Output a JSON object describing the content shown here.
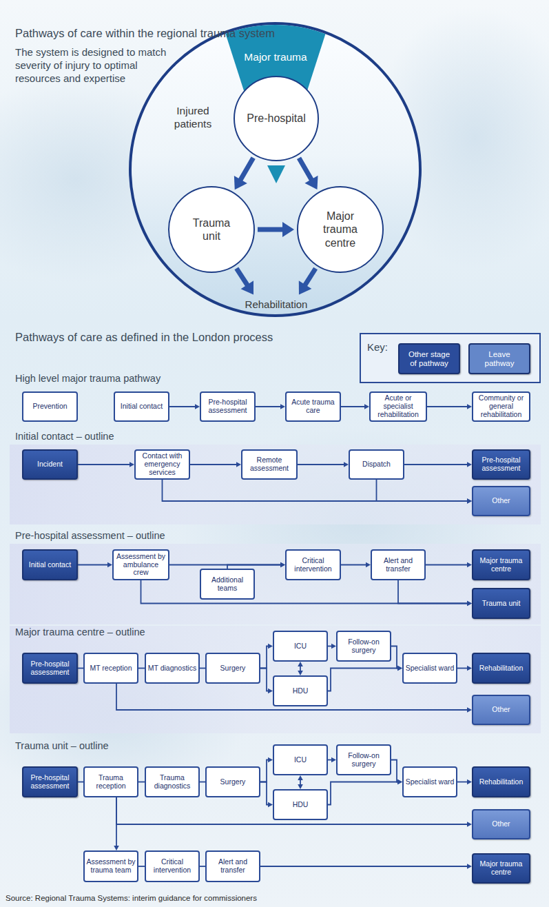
{
  "diagram": {
    "title": "Pathways of care within the regional trauma system",
    "caption": "Source: Regional Trauma Systems: interim guidance for commissioners",
    "nodes": [
      {
        "text": [
          "Injured patients"
        ]
      },
      {
        "text": [
          "Major trauma"
        ],
        "in": 0
      },
      {
        "text": [
          "Pre-hospital"
        ],
        "in": 0
      },
      {
        "text": [
          "Trauma unit"
        ],
        "in": 0
      },
      {
        "text": [
          "Major trauma centre"
        ],
        "in": 0
      },
      {
        "text": [
          "Rehabilitation"
        ],
        "in": 0
      },
      {
        "text": [
          "Prevention"
        ]
      },
      {
        "text": [
          "Initial contact"
        ]
      },
      {
        "text": [
          "Pre-hospital assessment"
        ]
      },
      {
        "text": [
          "Acute trauma care"
        ]
      },
      {
        "text": [
          "Acute or specialist rehabilitation"
        ]
      },
      {
        "text": [
          "Community or general rehabilitation"
        ]
      },
      {
        "text": [
          "Incident"
        ]
      },
      {
        "text": [
          "Contact with emergency services"
        ]
      },
      {
        "text": [
          "Remote assessment"
        ]
      },
      {
        "text": [
          "Dispatch"
        ]
      },
      {
        "text": [
          "Pre-hospital assessment"
        ]
      },
      {
        "text": [
          "Other"
        ]
      },
      {
        "text": [
          "Initial contact"
        ]
      },
      {
        "text": [
          "Assessment by ambulance crew"
        ]
      },
      {
        "text": [
          "Additional teams"
        ]
      },
      {
        "text": [
          "Critical intervention"
        ]
      },
      {
        "text": [
          "Alert and transfer"
        ]
      },
      {
        "text": [
          "Major trauma centre"
        ]
      },
      {
        "text": [
          "Trauma unit"
        ]
      },
      {
        "text": [
          "Pre-hospital assessment"
        ]
      },
      {
        "text": [
          "MT reception"
        ]
      },
      {
        "text": [
          "MT diagnostics"
        ]
      },
      {
        "text": [
          "Surgery"
        ]
      },
      {
        "text": [
          "ICU"
        ]
      },
      {
        "text": [
          "HDU"
        ]
      },
      {
        "text": [
          "Follow-on surgery"
        ]
      },
      {
        "text": [
          "Specialist ward"
        ]
      },
      {
        "text": [
          "Rehabilitation"
        ]
      },
      {
        "text": [
          "Other"
        ]
      },
      {
        "text": [
          "Pre-hospital assessment"
        ]
      },
      {
        "text": [
          "Trauma reception"
        ]
      },
      {
        "text": [
          "Trauma diagnostics"
        ]
      },
      {
        "text": [
          "Surgery"
        ]
      },
      {
        "text": [
          "ICU"
        ]
      },
      {
        "text": [
          "HDU"
        ]
      },
      {
        "text": [
          "Follow-on surgery"
        ]
      },
      {
        "text": [
          "Specialist ward"
        ]
      },
      {
        "text": [
          "Rehabilitation"
        ]
      },
      {
        "text": [
          "Other"
        ]
      },
      {
        "text": [
          "Assessment by trauma team"
        ]
      },
      {
        "text": [
          "Critical intervention"
        ]
      },
      {
        "text": [
          "Alert and transfer"
        ]
      },
      {
        "text": [
          "Major trauma centre"
        ]
      }
    ],
    "edges": [
      {
        "from": 2,
        "to": 3,
        "arrow": "to"
      },
      {
        "from": 2,
        "to": 4,
        "arrow": "to"
      },
      {
        "from": 3,
        "to": 4,
        "arrow": "to"
      },
      {
        "from": 3,
        "to": 5,
        "arrow": "to"
      },
      {
        "from": 4,
        "to": 5,
        "arrow": "to"
      },
      {
        "from": 7,
        "to": 8,
        "arrow": "to"
      },
      {
        "from": 8,
        "to": 9,
        "arrow": "to"
      },
      {
        "from": 9,
        "to": 10,
        "arrow": "to"
      },
      {
        "from": 10,
        "to": 11,
        "arrow": "to"
      },
      {
        "from": 12,
        "to": 13,
        "arrow": "to"
      },
      {
        "from": 13,
        "to": 14,
        "arrow": "to"
      },
      {
        "from": 14,
        "to": 15,
        "arrow": "to"
      },
      {
        "from": 15,
        "to": 16,
        "arrow": "to"
      },
      {
        "from": 13,
        "to": 17,
        "arrow": "to"
      },
      {
        "from": 15,
        "to": 17,
        "arrow": "to"
      },
      {
        "from": 18,
        "to": 19,
        "arrow": "to"
      },
      {
        "from": 19,
        "to": 21,
        "arrow": "to"
      },
      {
        "from": 20,
        "to": 21,
        "arrow": "to"
      },
      {
        "from": 21,
        "to": 22,
        "arrow": "to"
      },
      {
        "from": 22,
        "to": 23,
        "arrow": "to"
      },
      {
        "from": 19,
        "to": 24,
        "arrow": "to"
      },
      {
        "from": 22,
        "to": 24,
        "arrow": "to"
      },
      {
        "from": 25,
        "to": 26,
        "arrow": "none"
      },
      {
        "from": 26,
        "to": 27,
        "arrow": "none"
      },
      {
        "from": 27,
        "to": 28,
        "arrow": "none"
      },
      {
        "from": 28,
        "to": 29,
        "arrow": "to"
      },
      {
        "from": 28,
        "to": 30,
        "arrow": "to"
      },
      {
        "from": 29,
        "to": 30,
        "arrow": "both"
      },
      {
        "from": 29,
        "to": 31,
        "arrow": "to"
      },
      {
        "from": 30,
        "to": 32,
        "arrow": "to"
      },
      {
        "from": 31,
        "to": 32,
        "arrow": "to"
      },
      {
        "from": 32,
        "to": 33,
        "arrow": "to"
      },
      {
        "from": 26,
        "to": 34,
        "arrow": "to"
      },
      {
        "from": 35,
        "to": 36,
        "arrow": "none"
      },
      {
        "from": 36,
        "to": 37,
        "arrow": "none"
      },
      {
        "from": 37,
        "to": 38,
        "arrow": "none"
      },
      {
        "from": 38,
        "to": 39,
        "arrow": "to"
      },
      {
        "from": 38,
        "to": 40,
        "arrow": "to"
      },
      {
        "from": 39,
        "to": 40,
        "arrow": "both"
      },
      {
        "from": 39,
        "to": 41,
        "arrow": "to"
      },
      {
        "from": 40,
        "to": 42,
        "arrow": "to"
      },
      {
        "from": 41,
        "to": 42,
        "arrow": "to"
      },
      {
        "from": 42,
        "to": 43,
        "arrow": "to"
      },
      {
        "from": 36,
        "to": 44,
        "arrow": "to"
      },
      {
        "from": 36,
        "to": 45,
        "arrow": "to"
      },
      {
        "from": 45,
        "to": 46,
        "arrow": "none"
      },
      {
        "from": 46,
        "to": 47,
        "arrow": "none"
      },
      {
        "from": 47,
        "to": 48,
        "arrow": "to"
      }
    ],
    "labels": [
      "The system is designed to match severity of injury to optimal resources and expertise",
      "Pathways of care as defined in the London process",
      "Key:",
      "High level major trauma pathway",
      "Initial contact – outline",
      "Pre-hospital assessment – outline",
      "Major trauma centre – outline",
      "Trauma unit – outline"
    ],
    "legend": [
      {
        "text": "Other stage of pathway",
        "color": "#2b4c9b"
      },
      {
        "text": "Leave pathway",
        "color": "#6487c9"
      }
    ]
  }
}
